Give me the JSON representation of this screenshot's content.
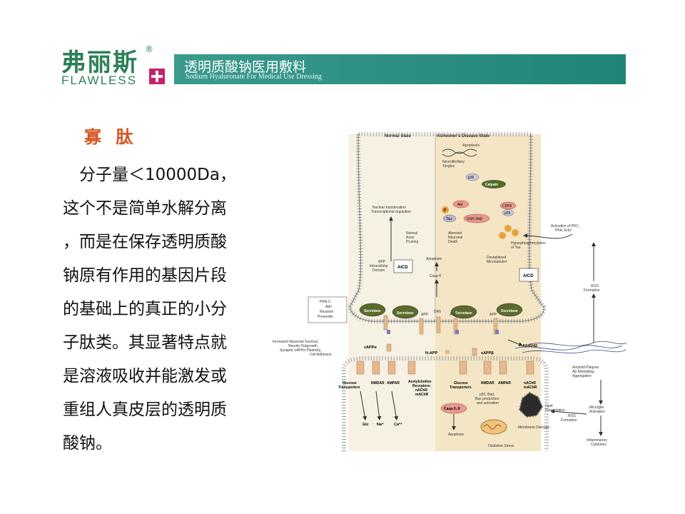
{
  "header": {
    "logo_cn": "弗丽斯",
    "logo_reg": "®",
    "logo_en": "FLAWLESS",
    "banner_cn": "透明质酸钠医用敷料",
    "banner_en": "Sodium Hyaluronate For Medical Use Dressing"
  },
  "colors": {
    "brand_green": "#2f7f58",
    "banner": "#2a8d80",
    "heading": "#d9531e",
    "plus": "#c9206a"
  },
  "slide": {
    "heading": "寡 肽",
    "lines": [
      "　分子量＜10000Da，",
      "这个不是简单水解分离",
      "，而是在保存透明质酸",
      "钠原有作用的基因片段",
      "的基础上的真正的小分",
      "子肽类。其显著特点就",
      "是溶液吸收并能激发或",
      "重组人真皮层的透明质",
      "酸钠。"
    ]
  },
  "diagram": {
    "normal_state": "Normal State",
    "ad_state": "Alzheimer's Disease State",
    "apoptosis_top": "Apoptosis",
    "nft": "Neurofibrillary\nTangles",
    "p35": "p35",
    "calpain": "Calpain",
    "akt": "Akt",
    "cdk5": "CDK5",
    "gsk": "GSK-3α/β",
    "p25": "p25",
    "p": "P",
    "tau": "Tau",
    "nuclear": "Nuclear translocation\nTranscriptional regulation",
    "normal_axon": "Normal\nAxon\nPruning",
    "aberrant": "Aberrant\nNeuronal\nDeath",
    "apoptosis_mid": "Apoptosis",
    "casp6": "Casp-6",
    "destab": "Destabilized\nMicrotubules",
    "hyper": "Hyperphosphorylation\nof Tau",
    "activation_pkc": "Activation of PKC,\nPKA, Erk2",
    "app_icd": "APP\nIntracellular\nDomain",
    "aicd": "AICD",
    "ros_formation": "ROS\nFormation",
    "pen2": "PEN-2\nAph\nNicastrin\nPresenilin",
    "gamma_sec": "γ-\nSecretase",
    "alpha_sec": "α-\nSecretase",
    "beta_sec": "β-\nSecretase",
    "app": "APP",
    "dr6": "DR6",
    "sappa": "sAPPα",
    "sappb": "sAPPβ",
    "napp": "N-APP",
    "abeta": "Aβ40/42",
    "increased": "Increased Neuronal Survival,\nNeurite Outgrowth,\nSynaptic sAPPα Plasticity,\nCell Adhesion",
    "glucose_t": "Glucose\nTransporters",
    "nmdar": "NMDAR",
    "ampar": "AMPAR",
    "achr": "Acetylcholine\nReceptors:\nnAChR\nmAChR",
    "nachr": "nAChR\nmAChR",
    "amyloid": "Amyloid Plaques\nAβ Misfolding,\nAggregation",
    "p53": "p53, Bad,\nBax production\nand activation",
    "casp39": "Casp-3,-9",
    "lipid": "Lipid\nPeroxidation",
    "microglia": "Microglia\nActivation",
    "membrane": "Membrane Damage",
    "ros2": "ROS\nFormation",
    "apoptosis_bottom": "Apoptosis",
    "oxidative": "Oxidative Stress",
    "inflammatory": "Inflammatory\nCytokines",
    "glc": "Glc",
    "na": "Na⁺",
    "ca": "Ca²⁺"
  }
}
